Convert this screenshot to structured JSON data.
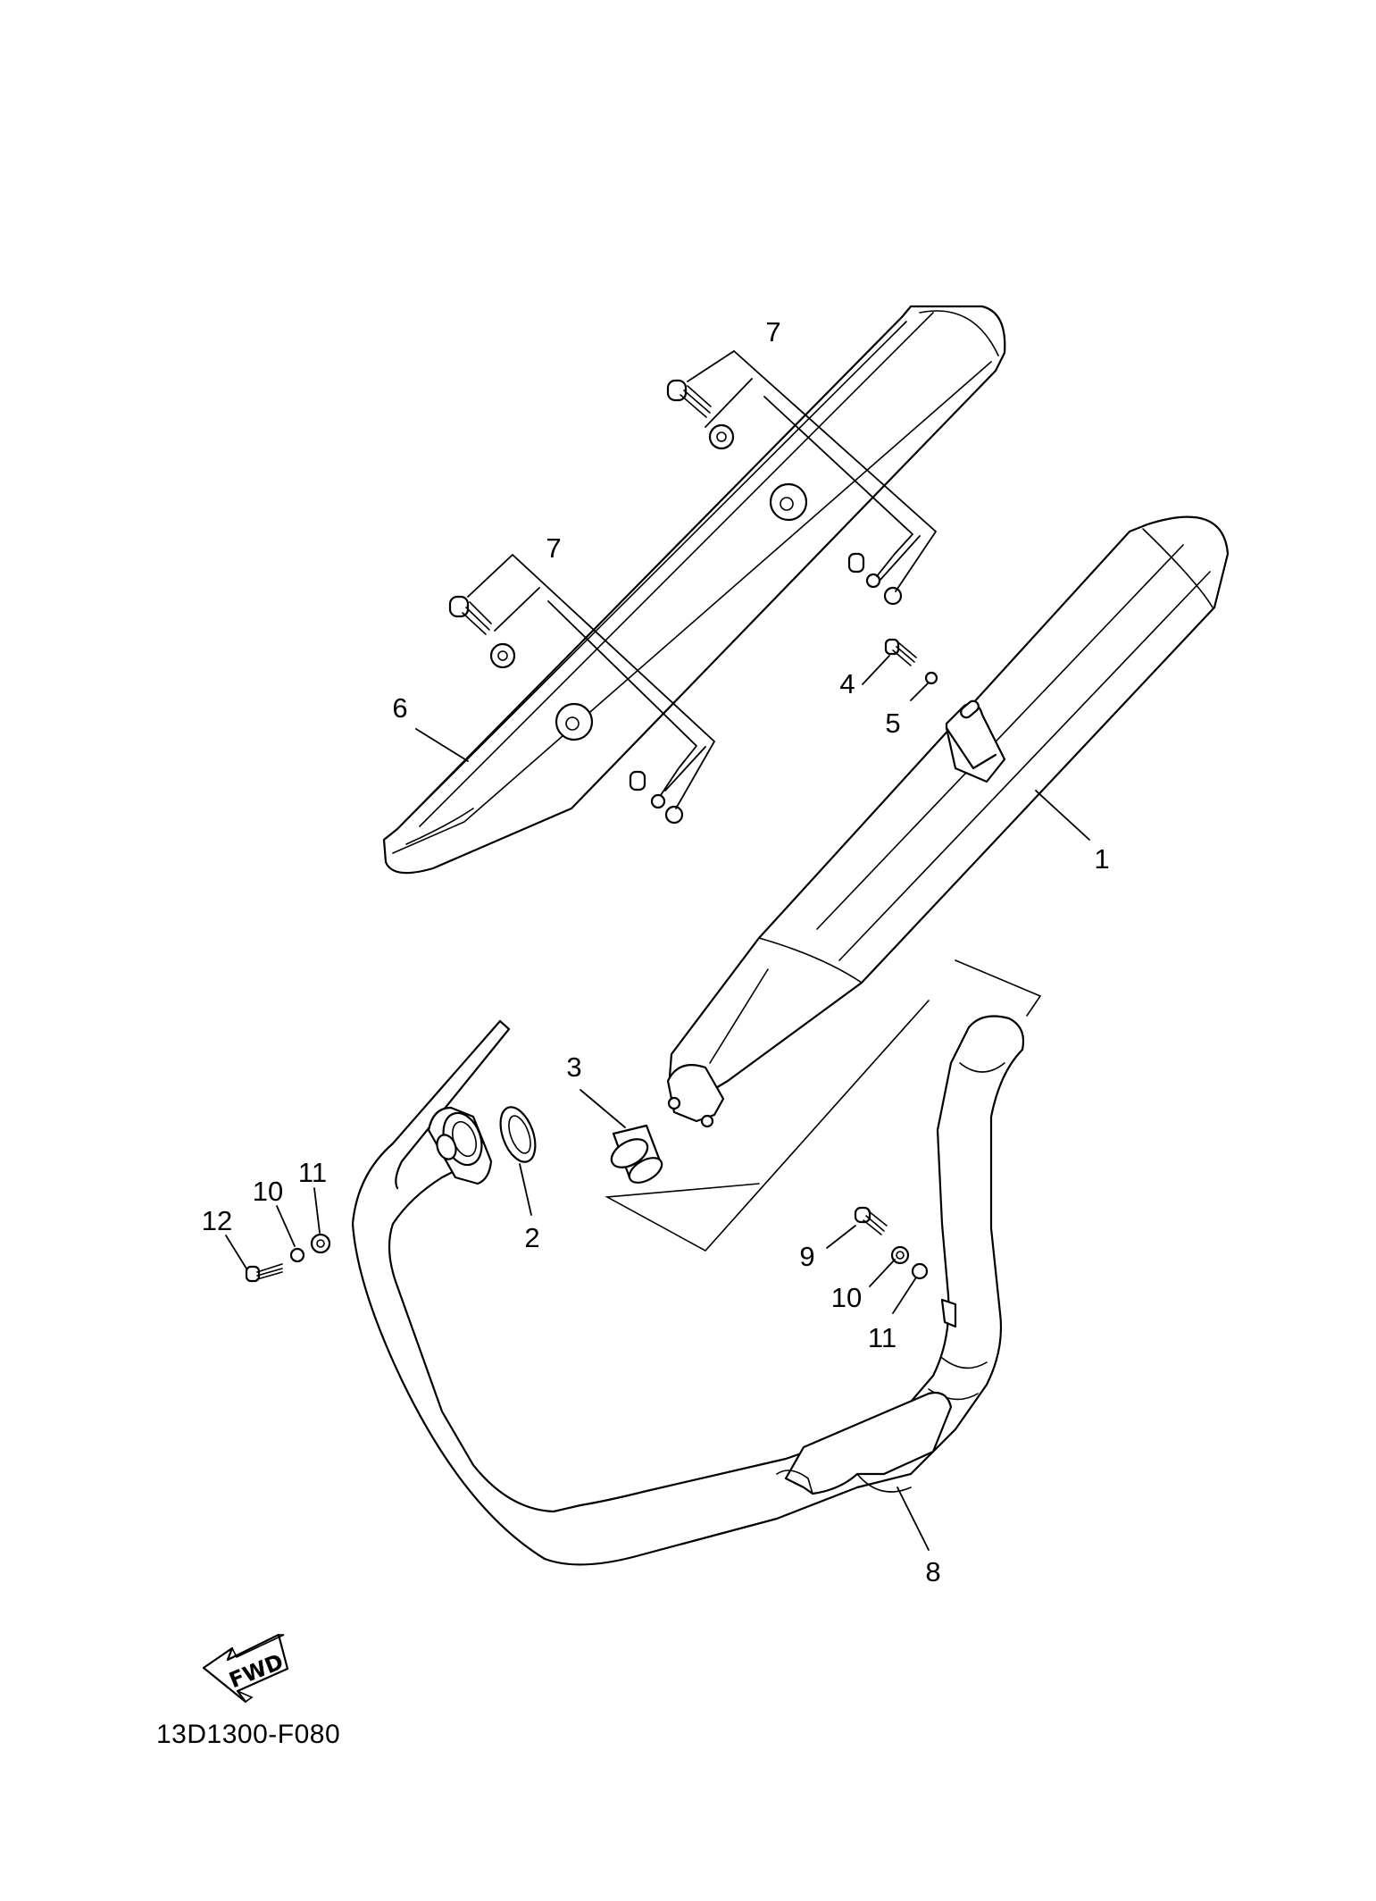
{
  "diagram": {
    "callouts": {
      "c1": "1",
      "c2": "2",
      "c3": "3",
      "c4": "4",
      "c5": "5",
      "c6": "6",
      "c7a": "7",
      "c7b": "7",
      "c8": "8",
      "c9": "9",
      "c10a": "10",
      "c10b": "10",
      "c11a": "11",
      "c11b": "11",
      "c12": "12"
    },
    "fwd_label": "FWD",
    "reference_code": "13D1300-F080"
  }
}
